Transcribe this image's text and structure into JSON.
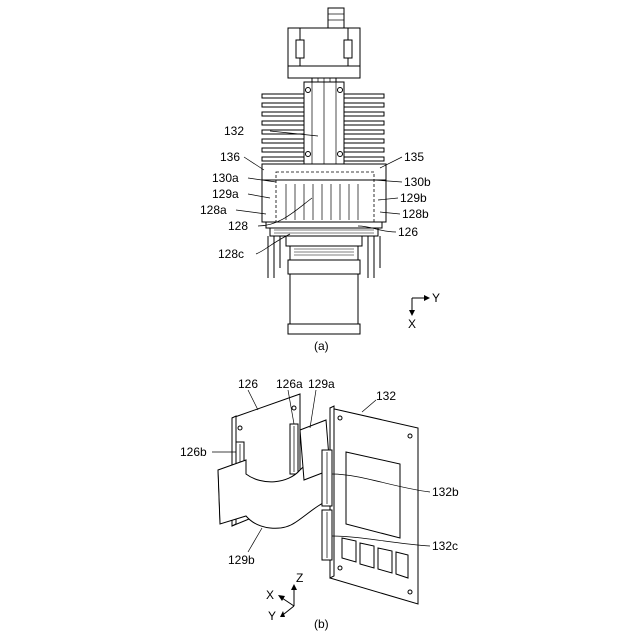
{
  "figure_a": {
    "caption": "(a)",
    "labels": {
      "l132": "132",
      "l136": "136",
      "l135": "135",
      "l130a": "130a",
      "l130b": "130b",
      "l129a": "129a",
      "l129b": "129b",
      "l128a": "128a",
      "l128b": "128b",
      "l128": "128",
      "l126": "126",
      "l128c": "128c"
    },
    "axes": {
      "y": "Y",
      "x": "X"
    }
  },
  "figure_b": {
    "caption": "(b)",
    "labels": {
      "l126": "126",
      "l126a": "126a",
      "l129a": "129a",
      "l132": "132",
      "l126b": "126b",
      "l132b": "132b",
      "l132c": "132c",
      "l129b": "129b"
    },
    "axes": {
      "z": "Z",
      "x": "X",
      "y": "Y"
    }
  }
}
